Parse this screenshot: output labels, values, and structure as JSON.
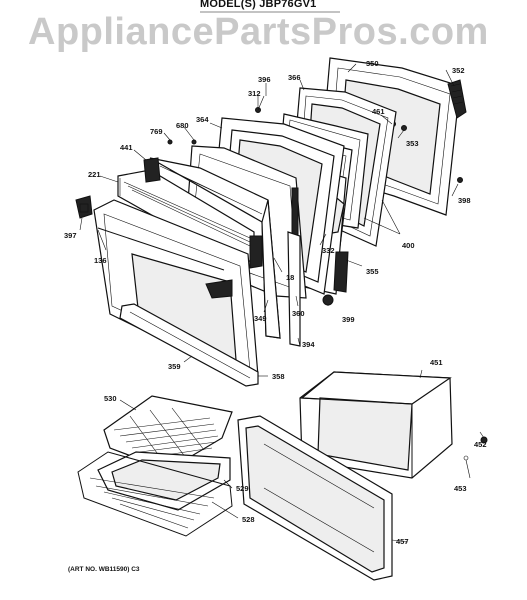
{
  "header": {
    "model": "MODEL(S) JBP76GV1"
  },
  "watermark": "AppliancePartsPros.com",
  "footer": {
    "art_no": "(ART NO. WB11590) C3"
  },
  "parts": {
    "p350": "350",
    "p352": "352",
    "p366": "366",
    "p396": "396",
    "p312": "312",
    "p364": "364",
    "p680": "680",
    "p769": "769",
    "p441": "441",
    "p461": "461",
    "p353": "353",
    "p221": "221",
    "p398": "398",
    "p397": "397",
    "p332": "332",
    "p400": "400",
    "p136": "136",
    "p18": "18",
    "p355": "355",
    "p349": "349",
    "p360": "360",
    "p399": "399",
    "p394": "394",
    "p451": "451",
    "p359": "359",
    "p358": "358",
    "p530": "530",
    "p452": "452",
    "p453": "453",
    "p529": "529",
    "p528": "528",
    "p457": "457"
  }
}
